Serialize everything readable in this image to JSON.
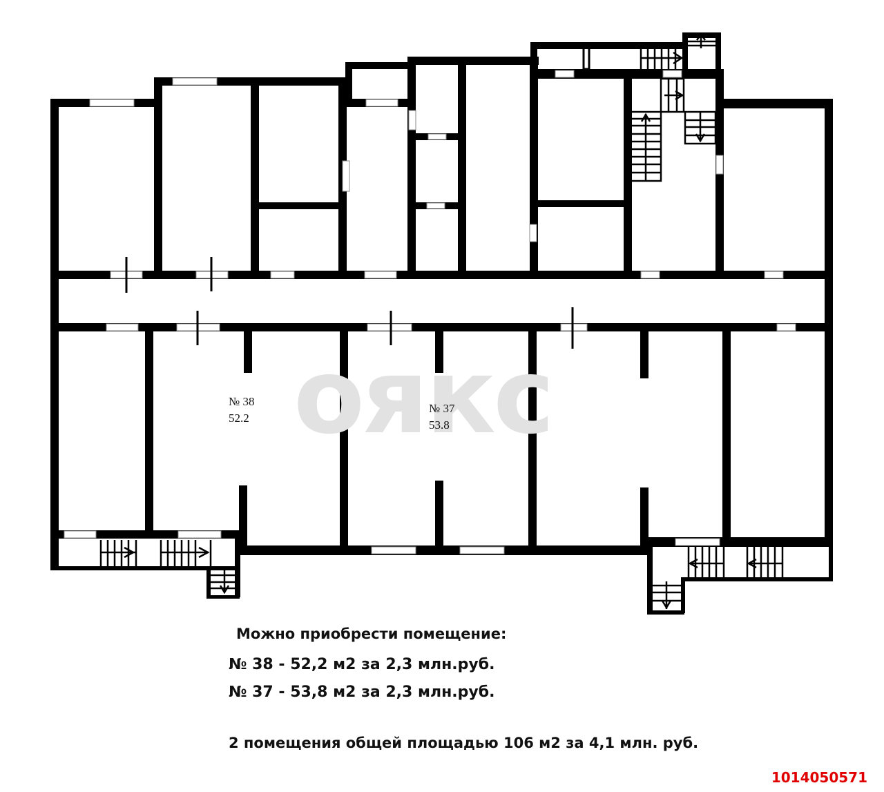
{
  "watermark": {
    "text": "оякс",
    "color": "#e2e2e2"
  },
  "rooms": [
    {
      "id": "38",
      "number_label": "№ 38",
      "area_label": "52.2"
    },
    {
      "id": "37",
      "number_label": "№ 37",
      "area_label": "53.8"
    }
  ],
  "info": {
    "heading": "Можно приобрести помещение:",
    "offers": [
      {
        "text": "№ 38 - 52,2 м2 за 2,3 млн.руб."
      },
      {
        "text": "№ 37 - 53,8 м2 за 2,3 млн.руб."
      }
    ],
    "total": "2 помещения общей площадью 106 м2 за 4,1 млн. руб."
  },
  "listing": {
    "id": "1014050571",
    "color": "#e00000"
  },
  "colors": {
    "walls": "#000000",
    "background": "#ffffff"
  }
}
